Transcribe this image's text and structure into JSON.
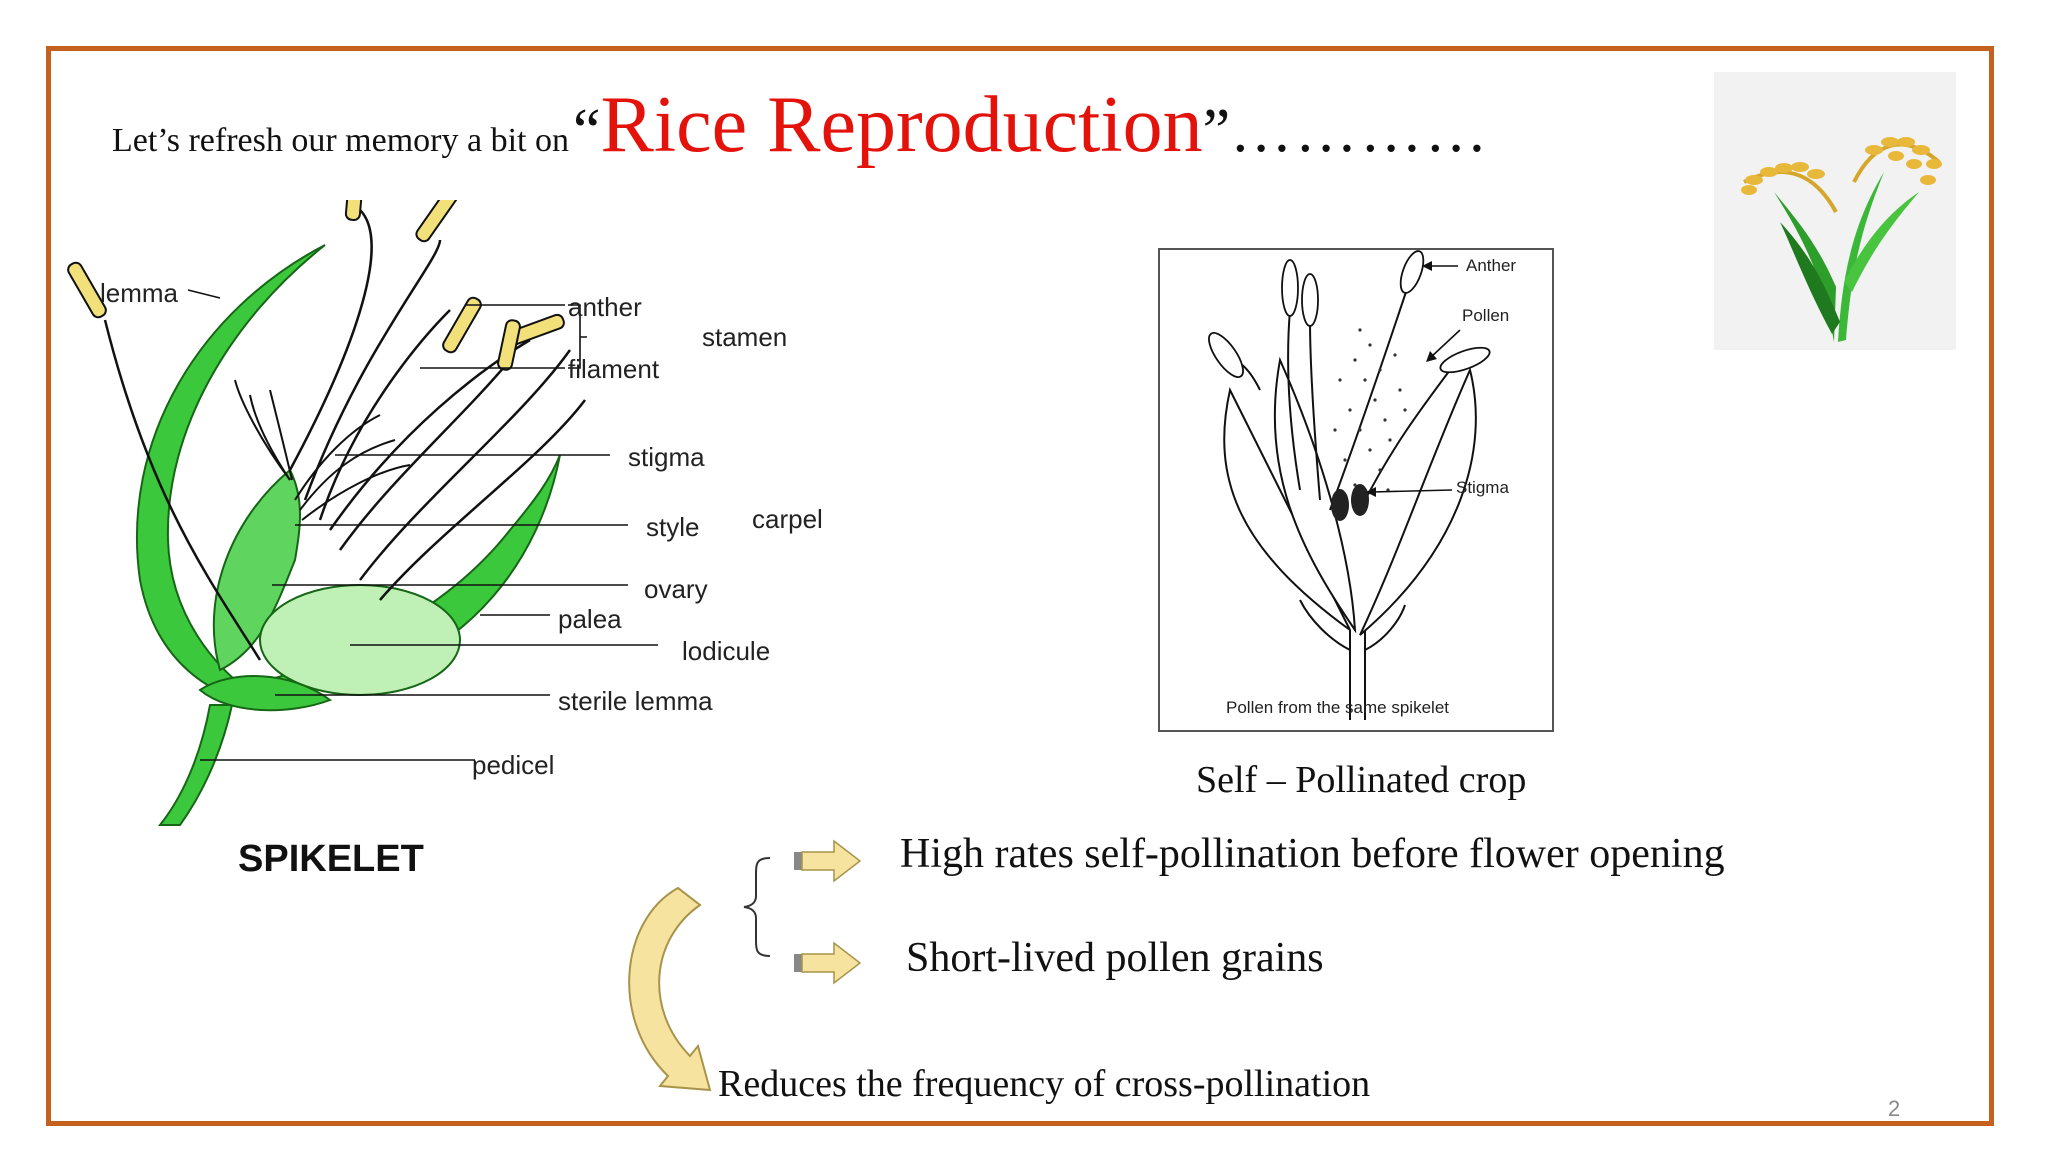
{
  "title": {
    "intro": "Let’s refresh our memory a bit on",
    "open_quote": "“",
    "main": "Rice Reproduction",
    "close_quote": "”",
    "trailing": "…………"
  },
  "spikelet_diagram": {
    "caption": "SPIKELET",
    "labels": {
      "lemma": "lemma",
      "anther": "anther",
      "filament": "filament",
      "stamen": "stamen",
      "stigma": "stigma",
      "style": "style",
      "ovary": "ovary",
      "carpel": "carpel",
      "palea": "palea",
      "lodicule": "lodicule",
      "sterile_lemma": "sterile lemma",
      "pedicel": "pedicel"
    }
  },
  "pollination_figure": {
    "labels": {
      "anther": "Anther",
      "pollen": "Pollen",
      "stigma": "Stigma",
      "bottom": "Pollen from the same spikelet"
    },
    "caption": "Self – Pollinated crop"
  },
  "bullets": [
    {
      "text": "High rates self-pollination before flower opening"
    },
    {
      "text": "Short-lived pollen grains"
    }
  ],
  "result": "Reduces the frequency of cross-pollination",
  "slide_number": "2",
  "icons": [
    "rice-plant-icon",
    "arrow-right-icon",
    "curved-arrow-icon",
    "brace-icon"
  ],
  "colors": {
    "border": "#c4611f",
    "title_red": "#e3120b",
    "plant_green": "#3cc83c",
    "arrow_fill": "#f7e3a0"
  }
}
